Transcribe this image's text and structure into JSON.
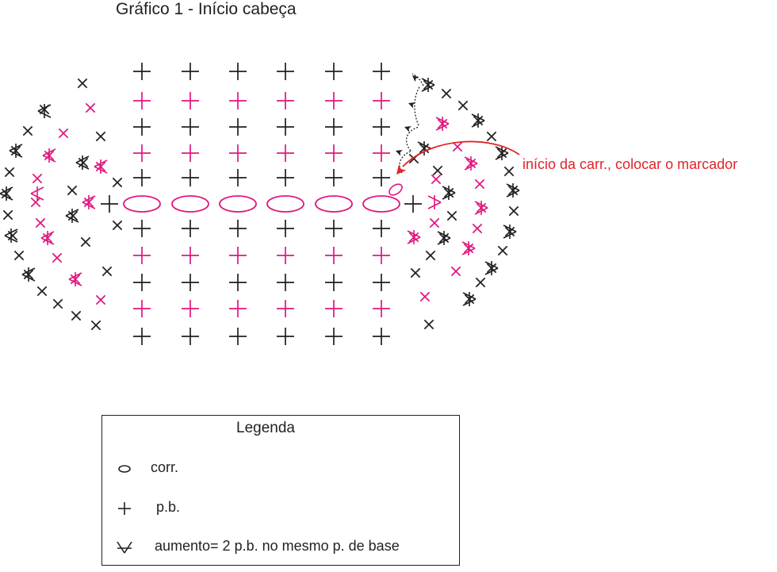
{
  "title": "Gráfico 1 - Início cabeça",
  "annotation": "início da carr., colocar o marcador",
  "legend": {
    "heading": "Legenda",
    "items": [
      {
        "symbol": "chain-oval-icon",
        "label": "corr."
      },
      {
        "symbol": "single-crochet-plus-icon",
        "label": "p.b."
      },
      {
        "symbol": "increase-v-icon",
        "label": "aumento= 2 p.b. no mesmo p. de base"
      }
    ]
  },
  "colors": {
    "black": "#231f20",
    "magenta": "#e0167f",
    "red": "#e0242a"
  }
}
